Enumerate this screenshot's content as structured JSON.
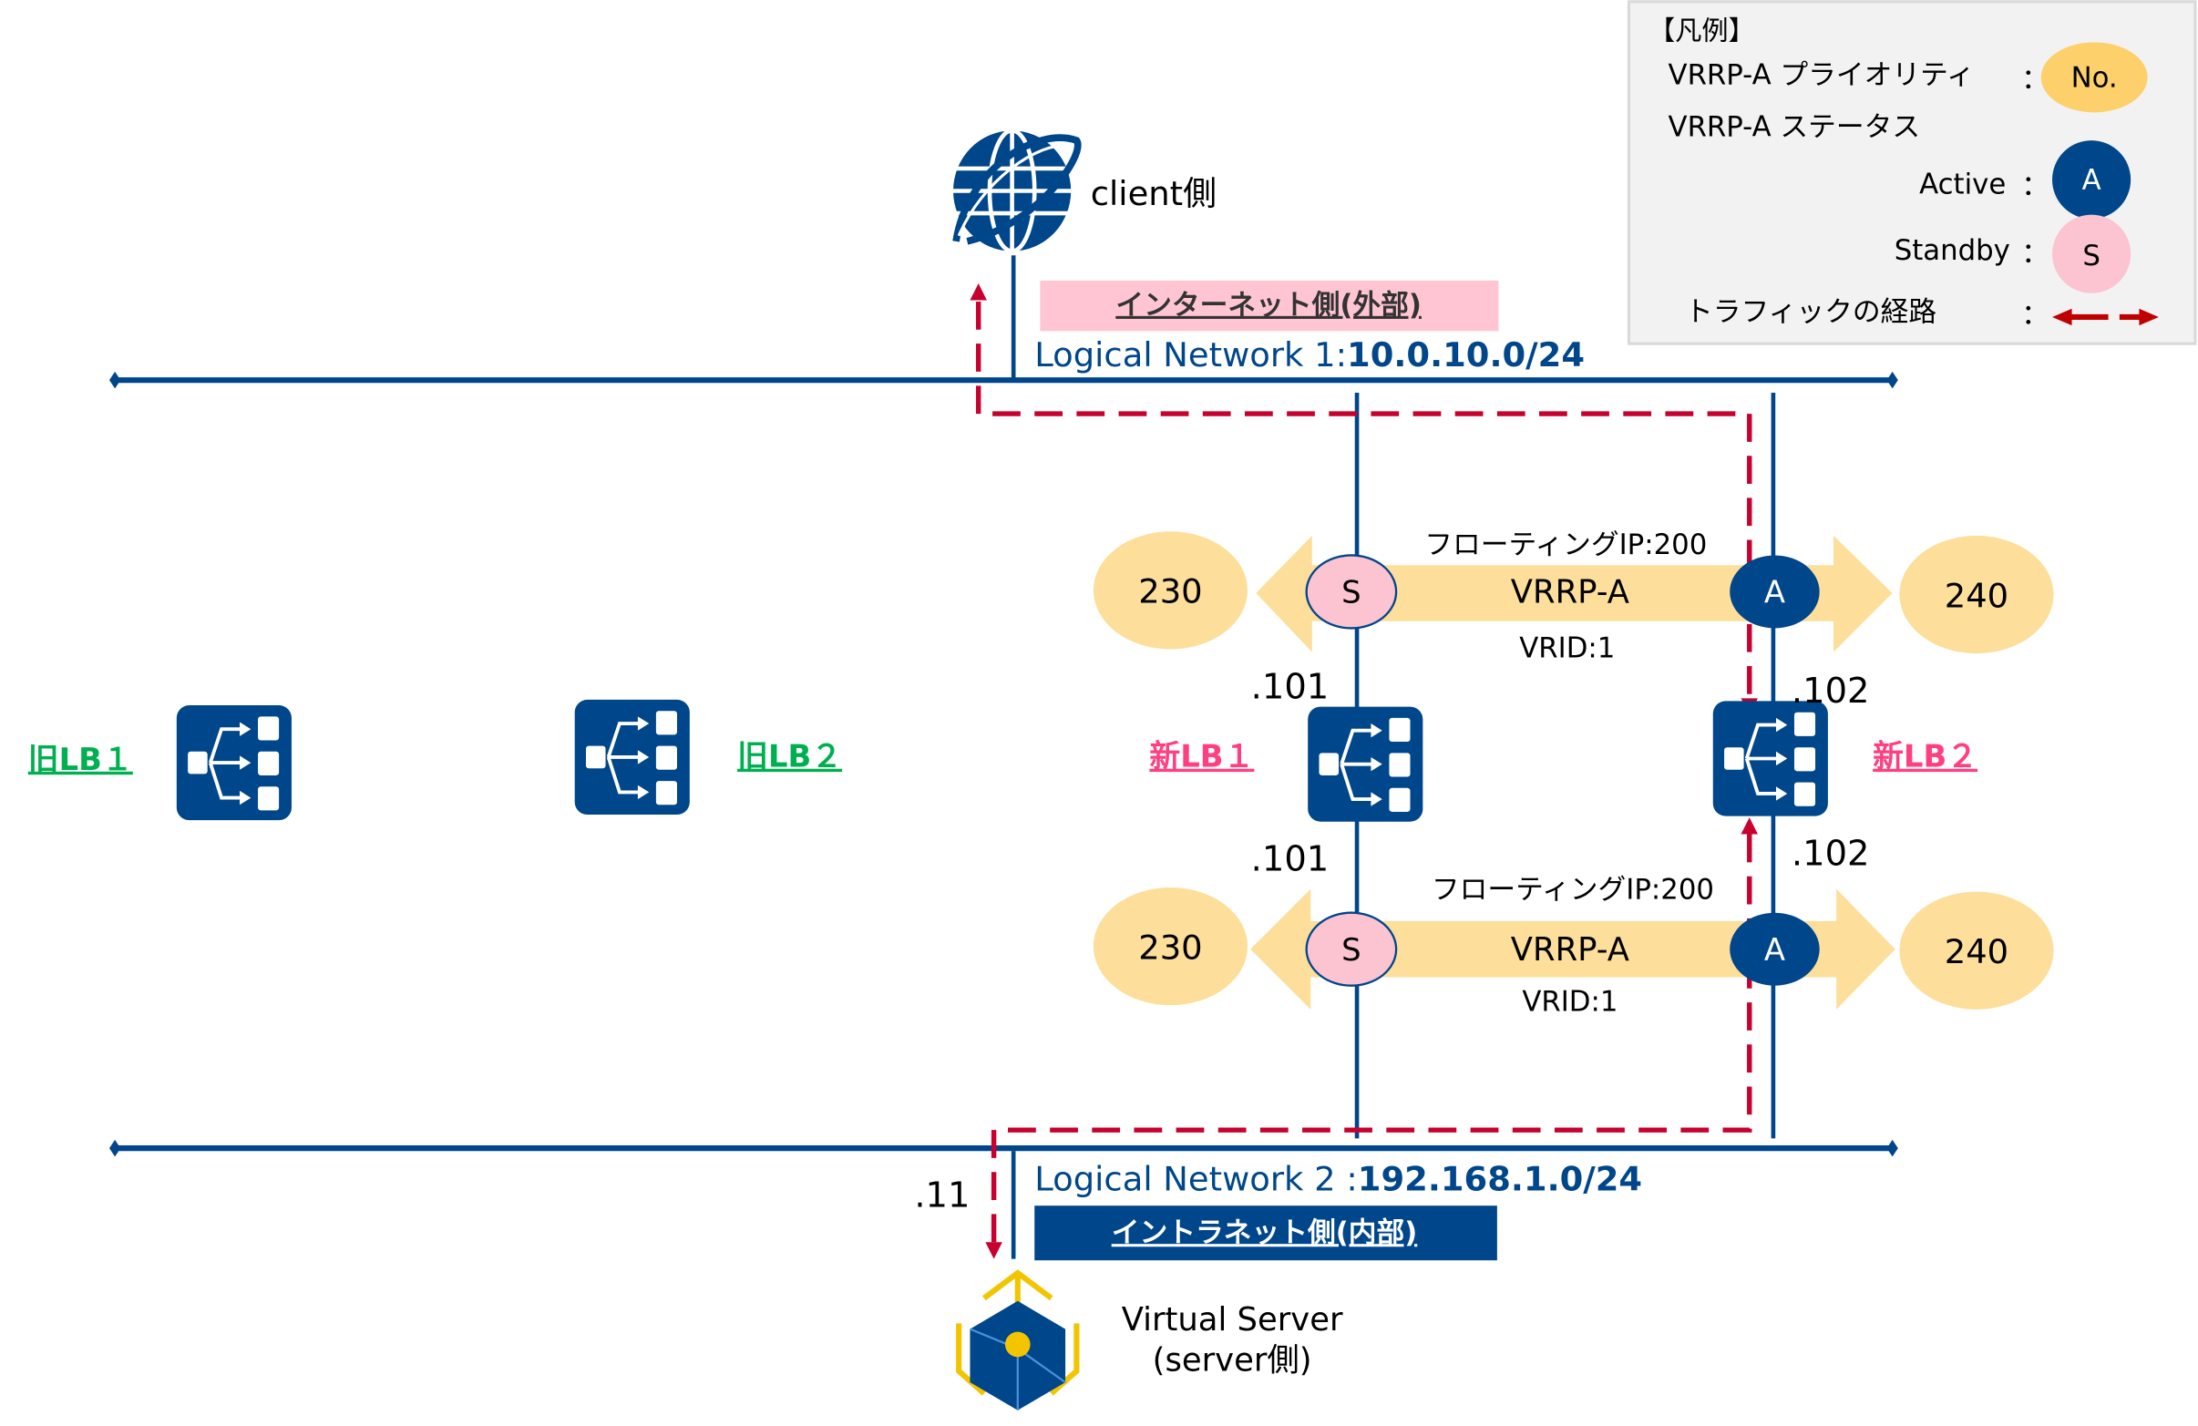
{
  "legend": {
    "title": "【凡例】",
    "priority_label": "VRRP-A プライオリティ",
    "priority_symbol": "No.",
    "status_label": "VRRP-A ステータス",
    "active_label": "Active",
    "active_symbol": "A",
    "standby_label": "Standby",
    "standby_symbol": "S",
    "traffic_label": "トラフィックの経路",
    "colon": "："
  },
  "client": {
    "label": "client側"
  },
  "external": {
    "zone_label": "インターネット側(外部)",
    "network_prefix": "Logical Network 1:",
    "network_cidr": "10.0.10.0/24"
  },
  "internal": {
    "zone_label": "イントラネット側(内部)",
    "network_prefix": "Logical Network  2 :",
    "network_cidr": "192.168.1.0/24",
    "server_ip": ".11"
  },
  "vrrp_upper": {
    "floating_ip": "フローティングIP:200",
    "name": "VRRP-A",
    "vrid": "VRID:1",
    "lb1_priority": "230",
    "lb2_priority": "240",
    "lb1_status": "S",
    "lb2_status": "A"
  },
  "vrrp_lower": {
    "floating_ip": "フローティングIP:200",
    "name": "VRRP-A",
    "vrid": "VRID:1",
    "lb1_priority": "230",
    "lb2_priority": "240",
    "lb1_status": "S",
    "lb2_status": "A"
  },
  "lbs": {
    "old1": "旧LB１",
    "old2": "旧LB２",
    "new1": "新LB１",
    "new2": "新LB２",
    "new1_ip_upper": ".101",
    "new1_ip_lower": ".101",
    "new2_ip_upper": ".102",
    "new2_ip_lower": ".102"
  },
  "server": {
    "line1": "Virtual Server",
    "line2": "(server側)"
  },
  "colors": {
    "navy": "#00468b",
    "priority": "#fddf9b",
    "standby": "#fcc3d1",
    "traffic": "#c8002e",
    "old_lb": "#00b050",
    "new_lb": "#ff3f7f",
    "legend_bg": "#f2f2f2"
  }
}
